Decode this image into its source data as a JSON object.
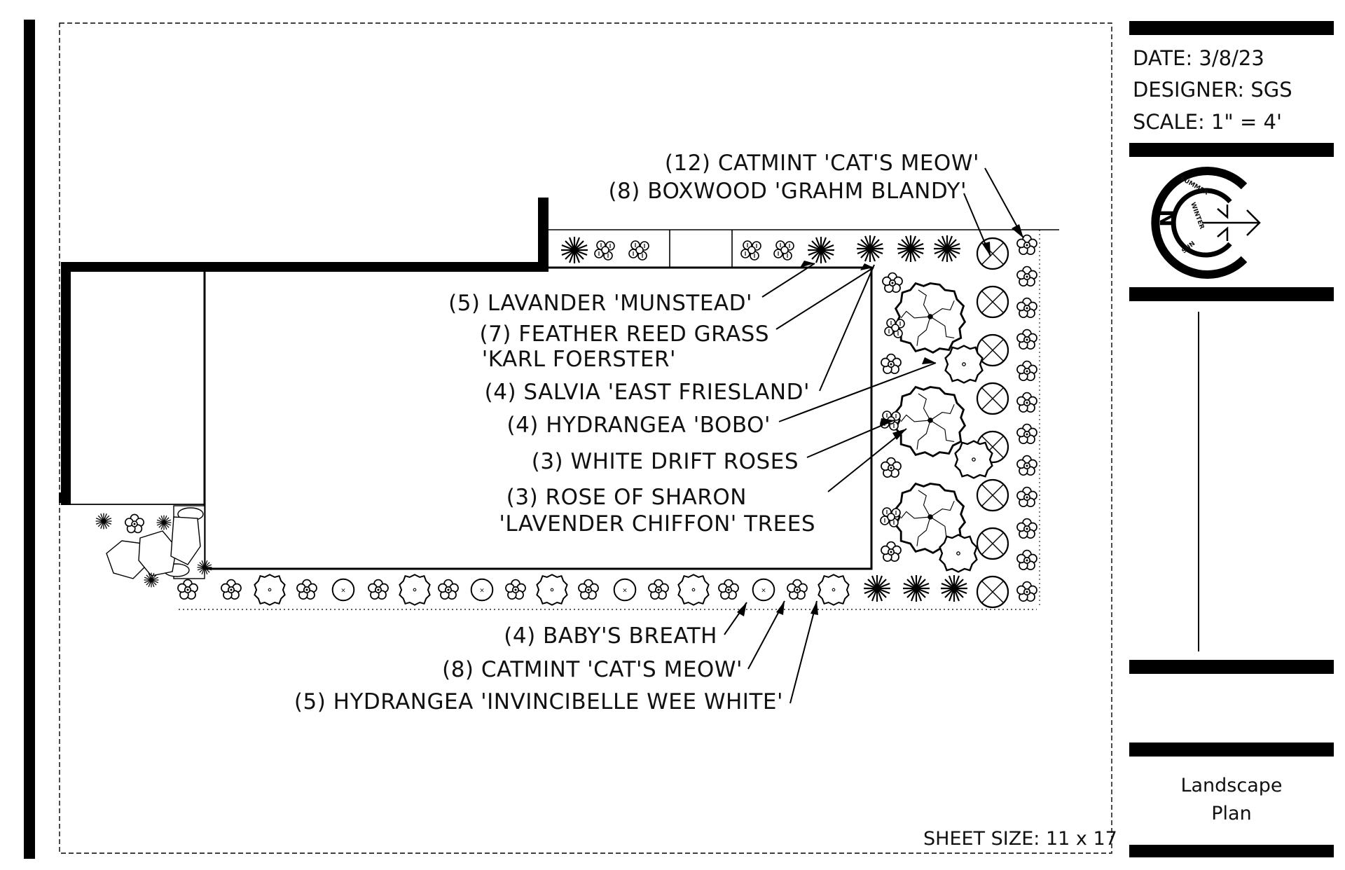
{
  "title_block": {
    "date": "DATE: 3/8/23",
    "designer": "DESIGNER: SGS",
    "scale": "SCALE:  1\" = 4'",
    "north": "N",
    "compass_ring_top": "SUMMER",
    "compass_ring_mid": "WINTER",
    "compass_ring_bottom": "SUN",
    "title_line1": "Landscape",
    "title_line2": "Plan"
  },
  "sheet_size": "SHEET SIZE: 11 x 17",
  "plant_labels": {
    "catmint_12": "(12) CATMINT 'CAT'S MEOW'",
    "boxwood_8": "(8) BOXWOOD 'GRAHM BLANDY'",
    "lavander_5": "(5) LAVANDER 'MUNSTEAD'",
    "feather_reed_7_line1": "(7) FEATHER REED GRASS",
    "feather_reed_7_line2": "'KARL FOERSTER'",
    "salvia_4": "(4) SALVIA 'EAST FRIESLAND'",
    "hydrangea_bobo_4": "(4) HYDRANGEA 'BOBO'",
    "white_drift_roses_3": "(3) WHITE DRIFT ROSES",
    "rose_of_sharon_3_line1": "(3) ROSE OF SHARON",
    "rose_of_sharon_3_line2": "'LAVENDER CHIFFON' TREES",
    "babys_breath_4": "(4) BABY'S BREATH",
    "catmint_8": "(8) CATMINT 'CAT'S MEOW'",
    "hydrangea_wee_white_5": "(5) HYDRANGEA 'INVINCIBELLE WEE WHITE'"
  },
  "colors": {
    "ink": "#111111",
    "paper": "#ffffff"
  }
}
